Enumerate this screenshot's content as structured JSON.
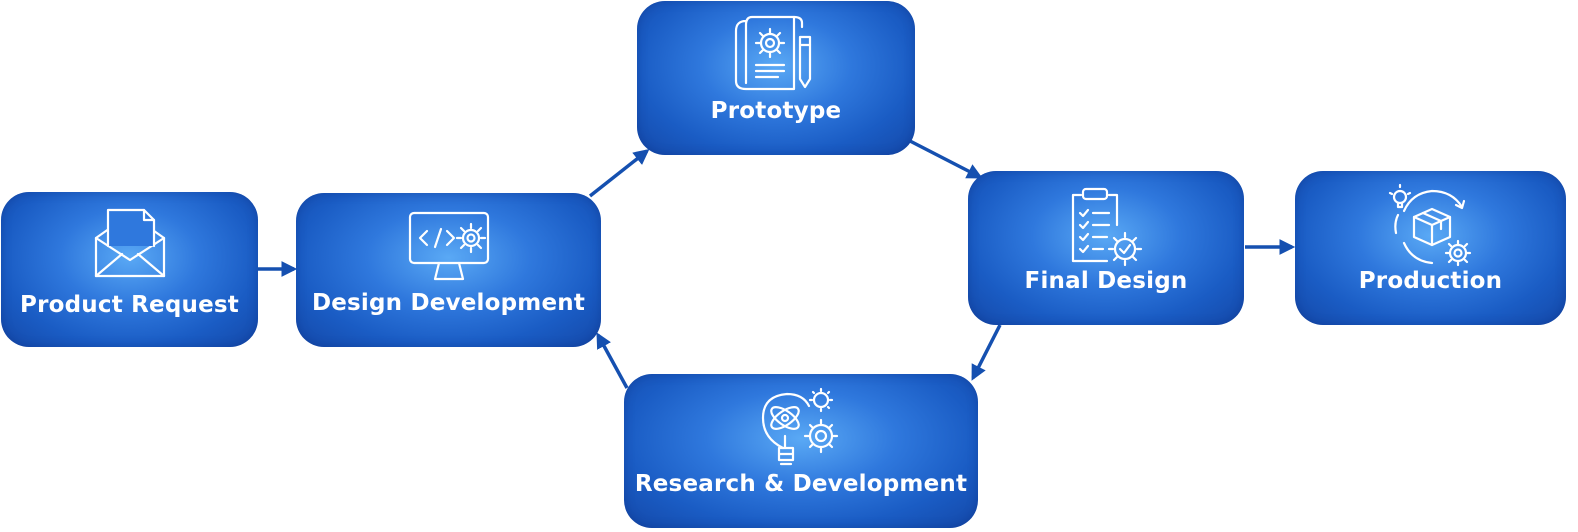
{
  "diagram": {
    "nodes": [
      {
        "id": "product-request",
        "label": "Product Request",
        "icon": "envelope-letter-icon"
      },
      {
        "id": "design-development",
        "label": "Design Development",
        "icon": "monitor-code-gear-icon"
      },
      {
        "id": "prototype",
        "label": "Prototype",
        "icon": "blueprint-gear-pencil-icon"
      },
      {
        "id": "final-design",
        "label": "Final Design",
        "icon": "clipboard-checklist-gear-icon"
      },
      {
        "id": "production",
        "label": "Production",
        "icon": "box-cycle-gear-icon"
      },
      {
        "id": "research-development",
        "label": "Research & Development",
        "icon": "atom-bulb-gears-icon"
      }
    ],
    "edges": [
      {
        "from": "product-request",
        "to": "design-development"
      },
      {
        "from": "design-development",
        "to": "prototype"
      },
      {
        "from": "prototype",
        "to": "final-design"
      },
      {
        "from": "final-design",
        "to": "production"
      },
      {
        "from": "final-design",
        "to": "research-development"
      },
      {
        "from": "research-development",
        "to": "design-development"
      }
    ],
    "colors": {
      "node_fill": "#1a5cc4",
      "node_highlight": "#5aa9f5",
      "arrow": "#1550b0",
      "text": "#ffffff"
    }
  }
}
